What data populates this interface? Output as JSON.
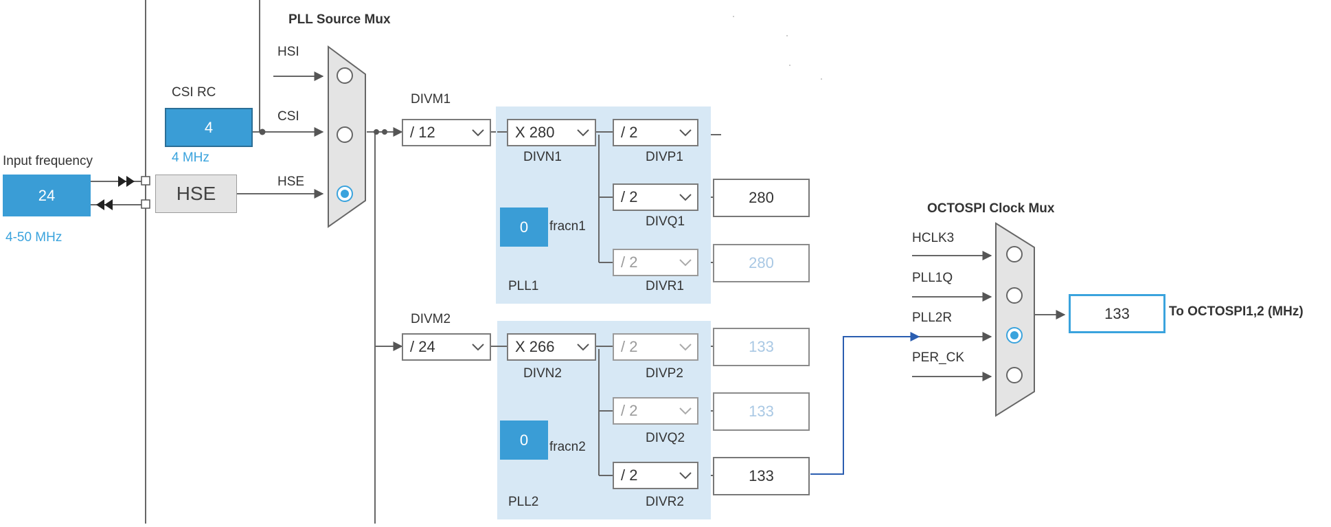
{
  "input": {
    "label": "Input frequency",
    "value": "24",
    "range": "4-50 MHz"
  },
  "hse": {
    "label": "HSE"
  },
  "csi": {
    "title": "CSI RC",
    "value": "4",
    "freq": "4 MHz"
  },
  "pll_mux": {
    "title": "PLL Source Mux",
    "inputs": [
      "HSI",
      "CSI",
      "HSE"
    ],
    "selected": "HSE"
  },
  "pll1": {
    "name": "PLL1",
    "divm_label": "DIVM1",
    "divm": "/ 12",
    "divn": "X 280",
    "divn_label": "DIVN1",
    "divp": "/ 2",
    "divp_label": "DIVP1",
    "divq": "/ 2",
    "divq_label": "DIVQ1",
    "divr": "/ 2",
    "divr_label": "DIVR1",
    "fracn": "0",
    "fracn_label": "fracn1",
    "q_out": "280",
    "r_out": "280"
  },
  "pll2": {
    "name": "PLL2",
    "divm_label": "DIVM2",
    "divm": "/ 24",
    "divn": "X 266",
    "divn_label": "DIVN2",
    "divp": "/ 2",
    "divp_label": "DIVP2",
    "divq": "/ 2",
    "divq_label": "DIVQ2",
    "divr": "/ 2",
    "divr_label": "DIVR2",
    "fracn": "0",
    "fracn_label": "fracn2",
    "p_out": "133",
    "q_out": "133",
    "r_out": "133"
  },
  "octo_mux": {
    "title": "OCTOSPI Clock Mux",
    "inputs": [
      "HCLK3",
      "PLL1Q",
      "PLL2R",
      "PER_CK"
    ],
    "selected": "PLL2R",
    "out_value": "133",
    "out_label": "To OCTOSPI1,2 (MHz)"
  },
  "colors": {
    "accent": "#3a9dd6",
    "pll_bg": "#d7e8f5",
    "wire": "#666666",
    "route": "#2a5db0"
  },
  "icons": [
    "chevron-down-icon",
    "arrow-right-icon",
    "double-arrow-icon"
  ]
}
